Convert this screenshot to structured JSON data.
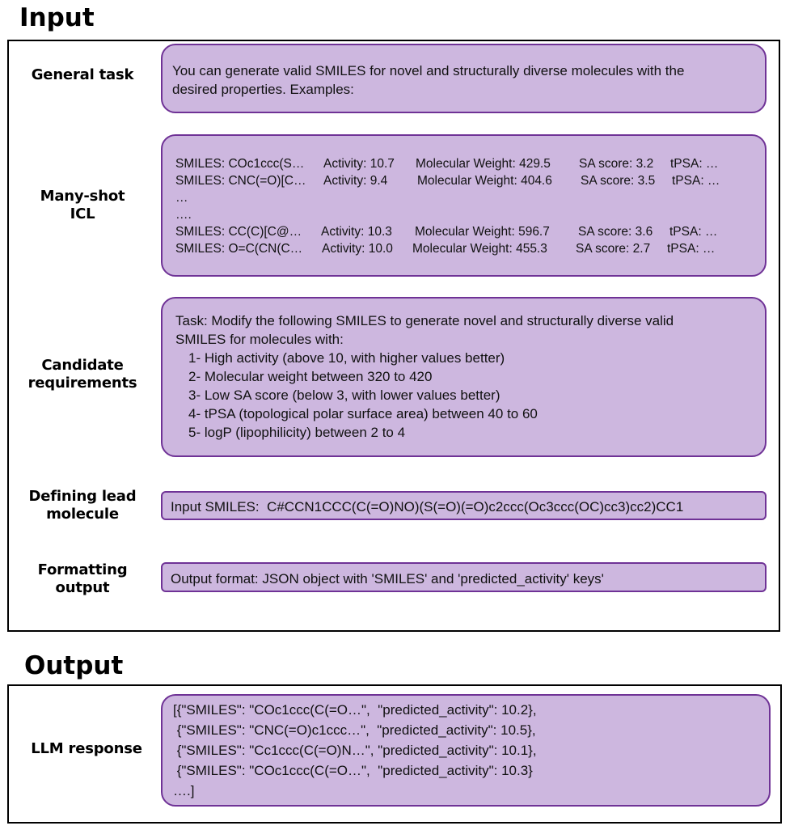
{
  "input_title": "Input",
  "output_title": "Output",
  "rows": {
    "general_task": {
      "label": "General task",
      "text_lines": [
        "You can generate valid SMILES for novel and structurally diverse molecules with the",
        "desired properties. Examples:"
      ]
    },
    "many_shot": {
      "label_lines": [
        "Many-shot",
        "ICL"
      ],
      "examples_top": [
        {
          "smiles": "SMILES: COc1ccc(S…",
          "activity": "Activity: 10.7",
          "mw": "Molecular Weight: 429.5",
          "sa": "SA score: 3.2",
          "tpsa": "tPSA: …"
        },
        {
          "smiles": "SMILES: CNC(=O)[C…",
          "activity": "Activity: 9.4",
          "mw": "Molecular Weight: 404.6",
          "sa": "SA score: 3.5",
          "tpsa": "tPSA: …"
        }
      ],
      "ellipsis_lines": [
        "…",
        "…."
      ],
      "examples_bottom": [
        {
          "smiles": "SMILES: CC(C)[C@…",
          "activity": "Activity: 10.3",
          "mw": "Molecular Weight: 596.7",
          "sa": "SA score: 3.6",
          "tpsa": "tPSA: …"
        },
        {
          "smiles": "SMILES: O=C(CN(C…",
          "activity": "Activity: 10.0",
          "mw": "Molecular Weight: 455.3",
          "sa": "SA score: 2.7",
          "tpsa": "tPSA: …"
        }
      ]
    },
    "candidate": {
      "label_lines": [
        "Candidate",
        "requirements"
      ],
      "task_lines": [
        "Task: Modify the following SMILES to generate novel and structurally diverse valid",
        "SMILES for molecules with:"
      ],
      "requirements": [
        "1- High activity (above 10, with higher values better)",
        "2- Molecular weight between 320 to 420",
        "3- Low SA score (below 3, with lower values better)",
        "4- tPSA (topological polar surface area) between 40 to 60",
        "5- logP (lipophilicity) between 2 to 4"
      ]
    },
    "lead": {
      "label_lines": [
        "Defining lead",
        "molecule"
      ],
      "text": "Input SMILES:  C#CCN1CCC(C(=O)NO)(S(=O)(=O)c2ccc(Oc3ccc(OC)cc3)cc2)CC1"
    },
    "formatting": {
      "label_lines": [
        "Formatting",
        "output"
      ],
      "text": "Output format: JSON object with 'SMILES' and 'predicted_activity' keys'"
    }
  },
  "output": {
    "label": "LLM response",
    "lines": [
      "[{\"SMILES\": \"COc1ccc(C(=O…\",  \"predicted_activity\": 10.2},",
      " {\"SMILES\": \"CNC(=O)c1ccc…\",  \"predicted_activity\": 10.5},",
      " {\"SMILES\": \"Cc1ccc(C(=O)N…\", \"predicted_activity\": 10.1},",
      " {\"SMILES\": \"COc1ccc(C(=O…\",  \"predicted_activity\": 10.3}",
      "….]"
    ]
  },
  "colors": {
    "box_fill": "#cdb7df",
    "box_border": "#6f3296"
  }
}
